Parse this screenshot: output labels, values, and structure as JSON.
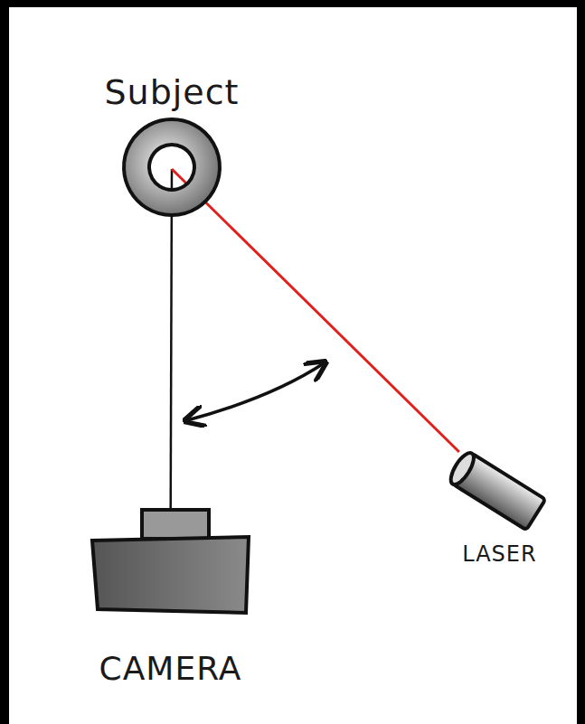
{
  "diagram": {
    "nodes": [
      {
        "text": [
          "Subject"
        ]
      },
      {
        "text": [
          "CAMERA"
        ]
      },
      {
        "text": [
          "LASER"
        ]
      }
    ],
    "edges": [
      {
        "from": 1,
        "to": 0,
        "arrow": "none"
      },
      {
        "from": 2,
        "to": 0,
        "arrow": "none"
      }
    ]
  }
}
